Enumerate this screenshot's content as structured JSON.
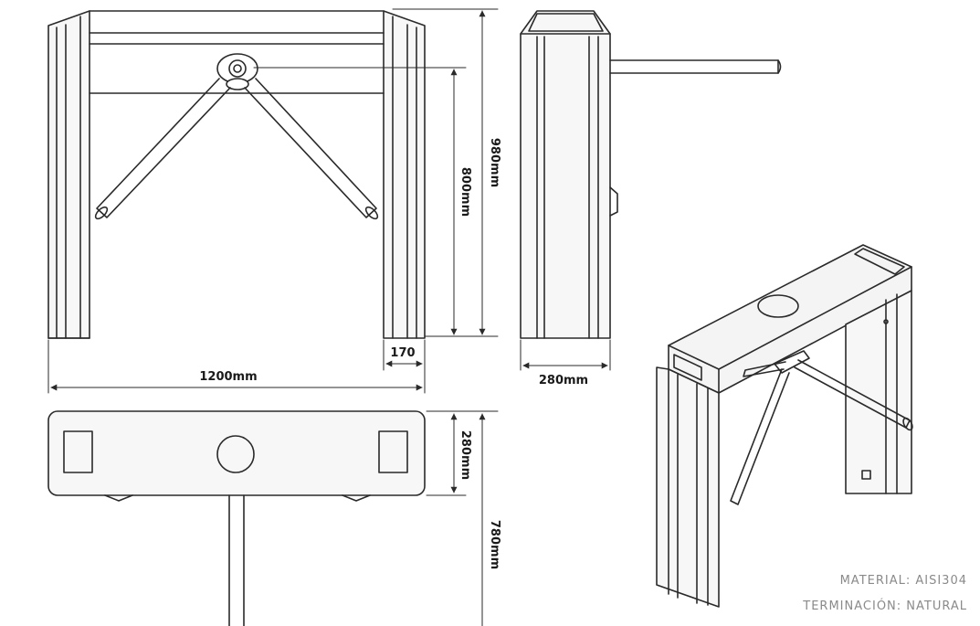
{
  "dimensions": {
    "width_front": "1200mm",
    "height_total": "980mm",
    "height_arm": "800mm",
    "post_width": "170",
    "depth_side": "280mm",
    "depth_top": "280mm",
    "arm_length_top": "780mm"
  },
  "notes": {
    "material": "MATERIAL: AISI304",
    "finish": "TERMINACIÓN: NATURAL"
  },
  "colors": {
    "line": "#2a2a2a",
    "fill_light": "#f4f4f4",
    "note_text": "#8a8a8a"
  }
}
